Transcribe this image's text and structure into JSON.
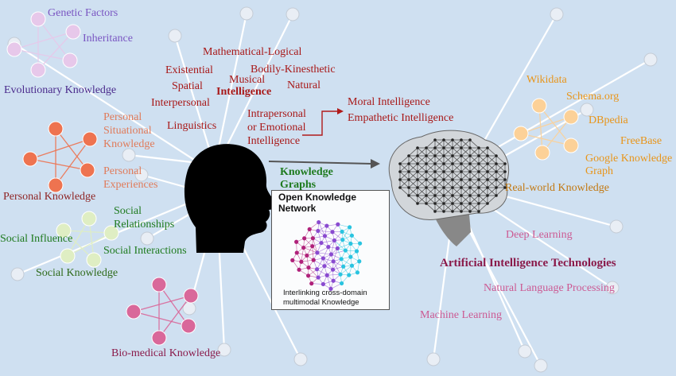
{
  "labels": {
    "genetic_factors": "Genetic Factors",
    "inheritance": "Inheritance",
    "evolutionary_knowledge": "Evolutionary Knowledge",
    "personal_situational_1": "Personal",
    "personal_situational_2": "Situational",
    "personal_situational_3": "Knowledge",
    "personal_experiences_1": "Personal",
    "personal_experiences_2": "Experiences",
    "personal_knowledge": "Personal Knowledge",
    "social_relationships_1": "Social",
    "social_relationships_2": "Relationships",
    "social_influence": "Social Influence",
    "social_interactions": "Social Interactions",
    "social_knowledge": "Social Knowledge",
    "biomedical_knowledge": "Bio-medical Knowledge",
    "mathematical_logical": "Mathematical-Logical",
    "existential": "Existential",
    "bodily_kinesthetic": "Bodily-Kinesthetic",
    "musical": "Musical",
    "spatial": "Spatial",
    "natural": "Natural",
    "intelligence": "Intelligence",
    "interpersonal": "Interpersonal",
    "linguistics": "Linguistics",
    "intrapersonal_1": "Intrapersonal",
    "intrapersonal_2": "or Emotional",
    "intrapersonal_3": "Intelligence",
    "moral_intelligence": "Moral Intelligence",
    "empathetic_intelligence": "Empathetic Intelligence",
    "knowledge_graphs_1": "Knowledge",
    "knowledge_graphs_2": "Graphs",
    "open_kn_1": "Open Knowledge",
    "open_kn_2": "Network",
    "interlinking_1": "Interlinking cross-domain",
    "interlinking_2": "multimodal Knowledge",
    "wikidata": "Wikidata",
    "schema_org": "Schema.org",
    "dbpedia": "DBpedia",
    "freebase": "FreeBase",
    "google_kg_1": "Google Knowledge",
    "google_kg_2": "Graph",
    "realworld_knowledge": "Real-world Knowledge",
    "deep_learning": "Deep Learning",
    "ai_technologies": "Artificial Intelligence Technologies",
    "nlp": "Natural Language Processing",
    "machine_learning": "Machine Learning"
  },
  "colors": {
    "background": "#cfe0f1",
    "evolutionary_nodes": "#e7c8ea",
    "personal_nodes": "#ee7350",
    "social_nodes": "#dfeec3",
    "biomedical_nodes": "#d9689a",
    "realworld_nodes": "#fcd198",
    "spoke_nodes": "#e9eef5",
    "arrow": "#555555",
    "intelligence_arrow": "#b01a1a"
  }
}
